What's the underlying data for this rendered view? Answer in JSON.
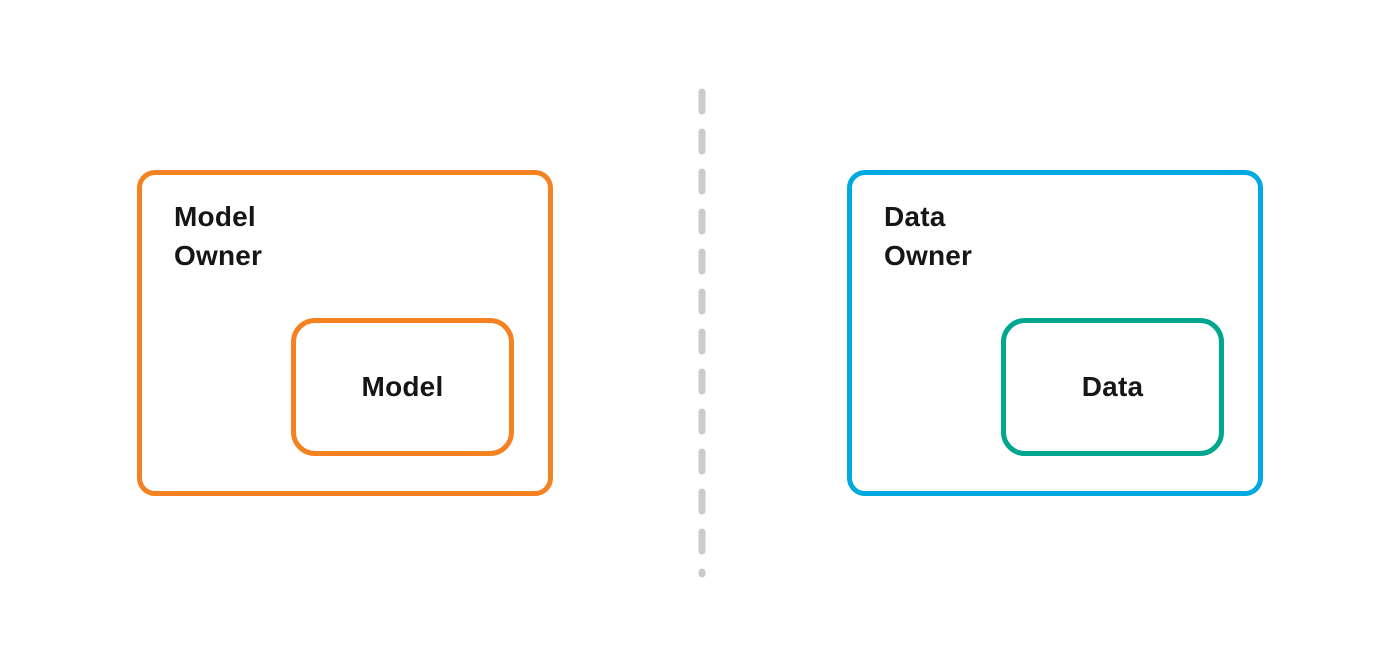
{
  "diagram": {
    "background": "#FFFFFF",
    "text_color": "#161616",
    "divider": {
      "color": "#CBCBCB",
      "style": "dashed-vertical"
    },
    "left_panel": {
      "owner_label": "Model\nOwner",
      "inner_label": "Model",
      "outer_border_color": "#F58220",
      "inner_border_color": "#F58220"
    },
    "right_panel": {
      "owner_label": "Data\nOwner",
      "inner_label": "Data",
      "outer_border_color": "#00A9E0",
      "inner_border_color": "#00A78E"
    }
  }
}
